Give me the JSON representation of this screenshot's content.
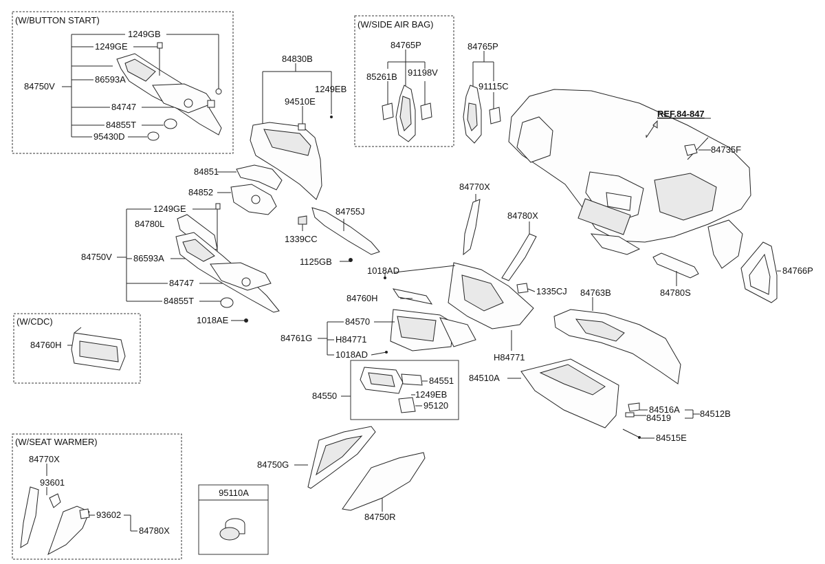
{
  "colors": {
    "line": "#222222",
    "background": "#ffffff",
    "text": "#111111"
  },
  "boxes": {
    "button_start": "(W/BUTTON START)",
    "side_air_bag": "(W/SIDE AIR BAG)",
    "cdc": "(W/CDC)",
    "seat_warmer": "(W/SEAT WARMER)",
    "part_95110A": "95110A"
  },
  "ref": "REF.84-847",
  "labels": {
    "bs_1249GB": "1249GB",
    "bs_1249GE": "1249GE",
    "bs_84750V": "84750V",
    "bs_86593A": "86593A",
    "bs_84747": "84747",
    "bs_84855T": "84855T",
    "bs_95430D": "95430D",
    "p84830B": "84830B",
    "p94510E": "94510E",
    "p1249EB_top": "1249EB",
    "p84851": "84851",
    "p84852": "84852",
    "p84755J": "84755J",
    "p1339CC": "1339CC",
    "p1125GB": "1125GB",
    "sab_84765P": "84765P",
    "sab_85261B": "85261B",
    "sab_91198V": "91198V",
    "p84765P": "84765P",
    "p91115C": "91115C",
    "p84735F": "84735F",
    "m_1249GE": "1249GE",
    "m_84780L": "84780L",
    "m_84750V": "84750V",
    "m_86593A": "86593A",
    "m_84747": "84747",
    "m_84855T": "84855T",
    "m_1018AE": "1018AE",
    "p84770X": "84770X",
    "p84780X": "84780X",
    "p1018AD_top": "1018AD",
    "p84760H": "84760H",
    "p1335CJ": "1335CJ",
    "p84763B": "84763B",
    "p84780S": "84780S",
    "p84766P": "84766P",
    "p84570": "84570",
    "p84761G": "84761G",
    "pH84771_a": "H84771",
    "p1018AD_bot": "1018AD",
    "pH84771_b": "H84771",
    "cdc_84760H": "84760H",
    "p84550": "84550",
    "p84551": "84551",
    "p1249EB_mid": "1249EB",
    "p95120": "95120",
    "p84510A": "84510A",
    "p84516A": "84516A",
    "p84519": "84519",
    "p84512B": "84512B",
    "p84515E": "84515E",
    "p84750G": "84750G",
    "p84750R": "84750R",
    "sw_84770X": "84770X",
    "sw_93601": "93601",
    "sw_93602": "93602",
    "sw_84780X": "84780X"
  }
}
